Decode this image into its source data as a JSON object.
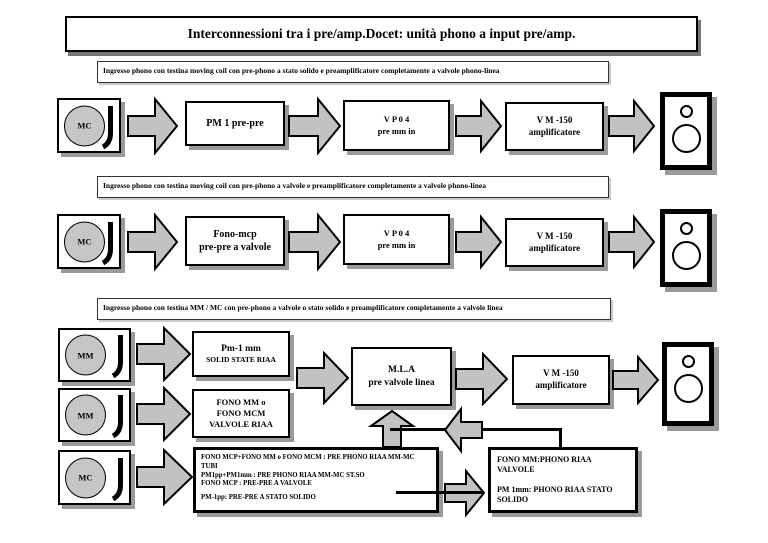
{
  "title": "Interconnessioni tra i pre/amp.Docet: unità phono a input pre/amp.",
  "section1": {
    "header": "Ingresso phono con testina moving coil con pre-phono a stato solido e preamplificatore completamente a valvole phono-linea",
    "source_label": "MC",
    "pre_box": {
      "l1": "PM 1 pre-pre"
    },
    "vp04_box": {
      "l1": "V P 0 4",
      "l2": "pre mm in"
    },
    "amp_box": {
      "l1": "V M -150",
      "l2": "amplificatore"
    }
  },
  "section2": {
    "header": "Ingresso phono con testina moving coil con pre-phono a valvole e preamplificatore completamente a valvole phono-linea",
    "source_label": "MC",
    "pre_box": {
      "l1": "Fono-mcp",
      "l2": "pre-pre a valvole"
    },
    "vp04_box": {
      "l1": "V P 0 4",
      "l2": "pre mm in"
    },
    "amp_box": {
      "l1": "V M -150",
      "l2": "amplificatore"
    }
  },
  "section3": {
    "header": "Ingresso phono con testina MM / MC con pre-phono a valvole o stato solido e preamplificatore completamente a valvole linea",
    "source_labels": [
      "MM",
      "MM",
      "MC"
    ],
    "pm1mm_box": {
      "l1": "Pm-1 mm",
      "l2": "SOLID STATE RIAA"
    },
    "fono_box": {
      "l1": "FONO MM o",
      "l2": "FONO MCM",
      "l3": "VALVOLE RIAA"
    },
    "mla_box": {
      "l1": "M.L.A",
      "l2": "pre valvole linea"
    },
    "amp_box": {
      "l1": "V M -150",
      "l2": "amplificatore"
    },
    "legend_box": {
      "lines": [
        "FONO MCP+FONO MM o FONO MCM : PRE PHONO RIAA MM-MC",
        "TUBI",
        "PM1pp+PM1mm : PRE PHONO RIAA MM-MC ST.SO",
        "FONO MCP : PRE-PRE A VALVOLE",
        "PM-1pp: PRE-PRE A STATO SOLIDO"
      ]
    },
    "note_box": {
      "lines": [
        "FONO MM:PHONO RIAA",
        "VALVOLE",
        "PM 1mm: PHONO RIAA STATO",
        "SOLIDO"
      ]
    }
  },
  "colors": {
    "arrow_fill": "#c2c2c2",
    "platter_fill": "#c6c6c6",
    "shadow": "#9a9a9a"
  }
}
